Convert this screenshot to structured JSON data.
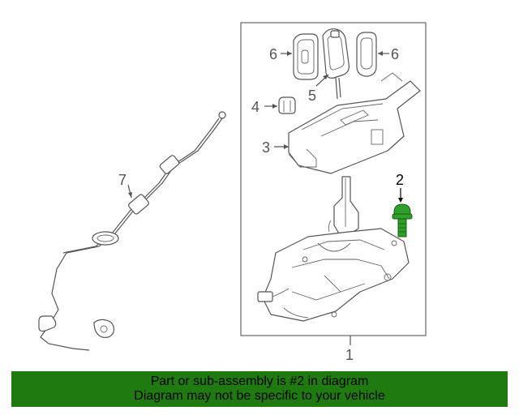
{
  "callouts": {
    "c1": "1",
    "c2": "2",
    "c3": "3",
    "c4": "4",
    "c5": "5",
    "c6a": "6",
    "c6b": "6",
    "c7": "7"
  },
  "highlight_color": "#2ea02a",
  "footer": {
    "line1": "Part or sub-assembly is #2 in diagram",
    "line2": "Diagram may not be specific to your vehicle",
    "background": "#1f7a0f"
  }
}
